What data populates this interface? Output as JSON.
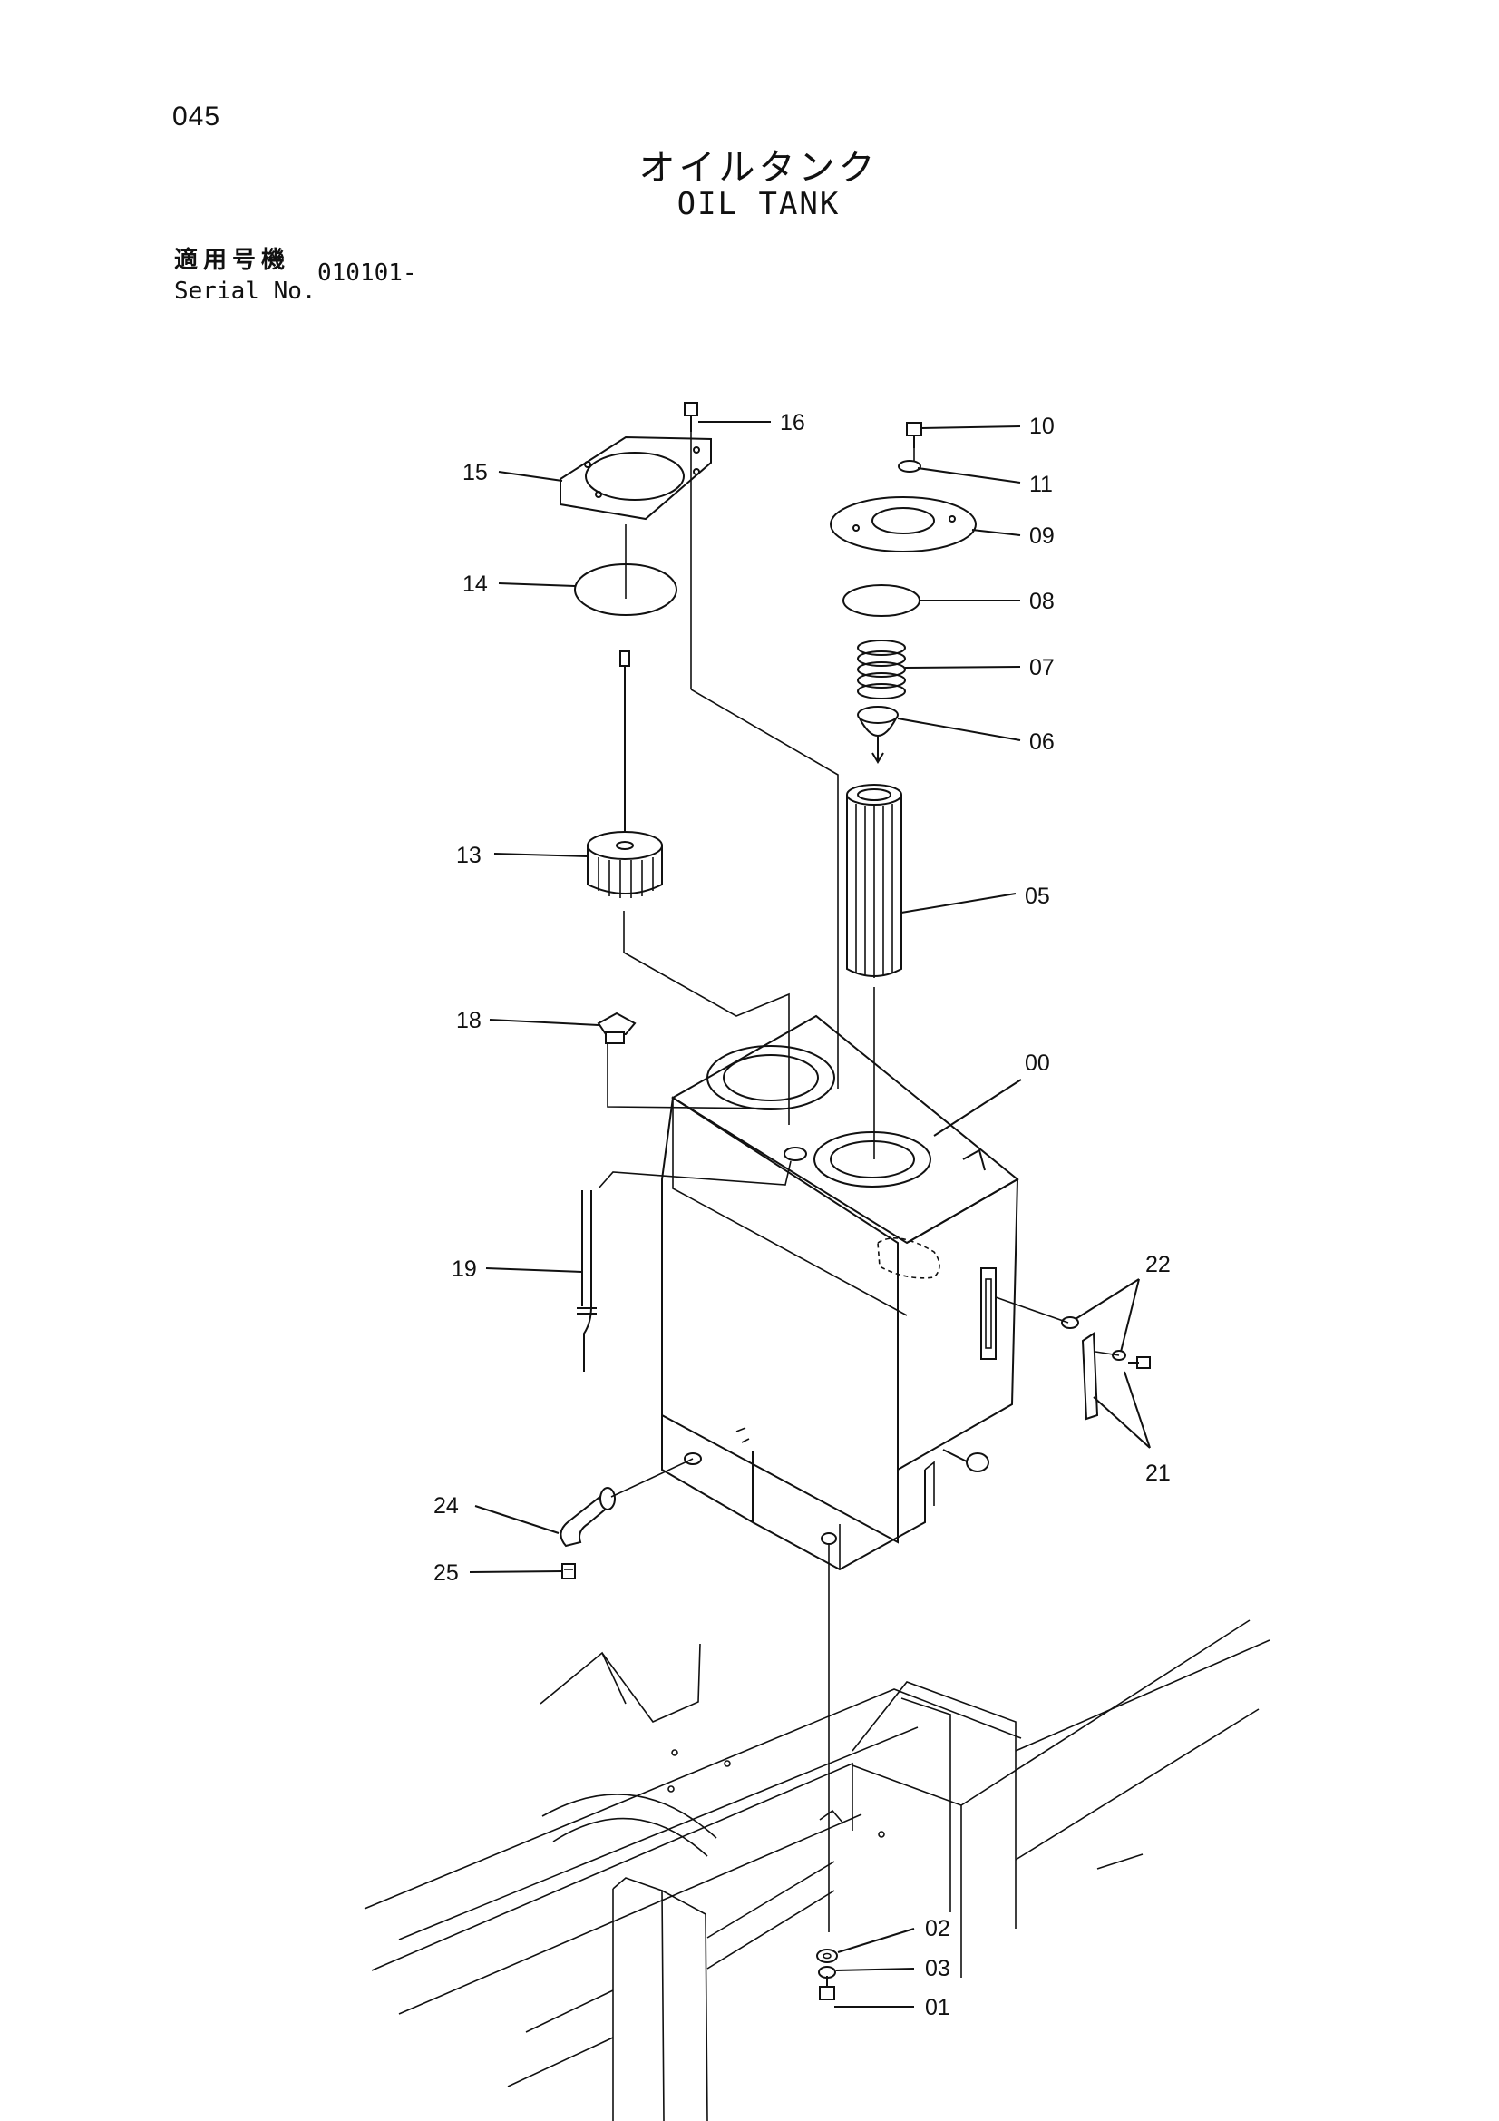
{
  "page": {
    "number": "045"
  },
  "title": {
    "japanese": "オイルタンク",
    "english": "OIL TANK"
  },
  "serial": {
    "label_japanese": "適用号機",
    "label_english": "Serial No.",
    "value": "010101-"
  },
  "callouts": {
    "c00": "00",
    "c01": "01",
    "c02": "02",
    "c03": "03",
    "c05": "05",
    "c06": "06",
    "c07": "07",
    "c08": "08",
    "c09": "09",
    "c10": "10",
    "c11": "11",
    "c13": "13",
    "c14": "14",
    "c15": "15",
    "c16": "16",
    "c18": "18",
    "c19": "19",
    "c21": "21",
    "c22": "22",
    "c24": "24",
    "c25": "25"
  }
}
